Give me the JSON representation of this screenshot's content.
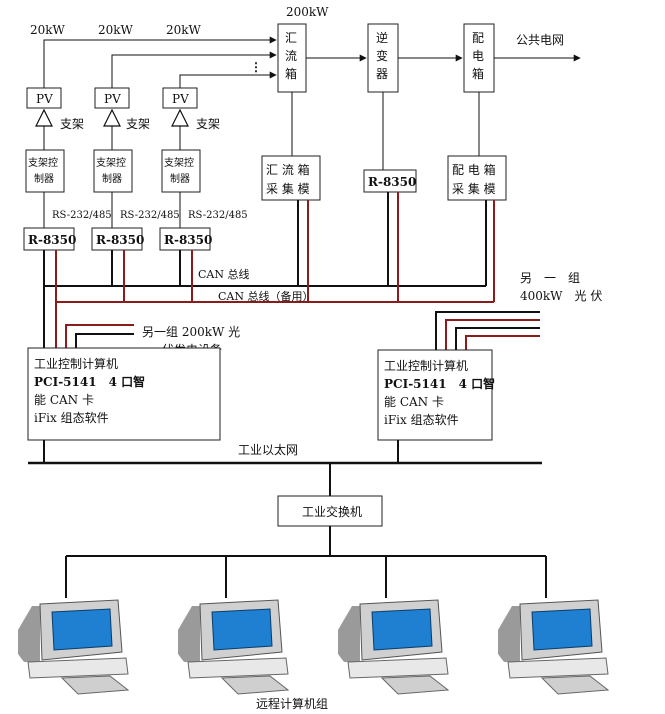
{
  "labels": {
    "pv_power": "20kW",
    "combiner_power": "200kW",
    "pv": "PV",
    "support": "支架",
    "tracker_ctrl_l1": "支架控",
    "tracker_ctrl_l2": "制器",
    "rs_interface": "RS-232/485",
    "r8350": "R-8350",
    "combiner": [
      "汇",
      "流",
      "箱"
    ],
    "inverter": [
      "逆",
      "变",
      "器"
    ],
    "distribution": [
      "配",
      "电",
      "箱"
    ],
    "public_grid": "公共电网",
    "combiner_collect_l1": "汇 流 箱",
    "combiner_collect_l2": "采 集 模",
    "dist_collect_l1": "配 电 箱",
    "dist_collect_l2": "采 集 模",
    "can_bus": "CAN 总线",
    "can_bus_backup": "CAN 总线（备用）",
    "other_group_400_l1": "另　一　组",
    "other_group_400_l2": "400kW　光 伏",
    "other_group_200_l1": "另一组 200kW 光",
    "other_group_200_l2": "伏发电设备",
    "ipc_l1": "工业控制计算机",
    "ipc_l2": "PCI-5141　4 口智",
    "ipc_l3": "能 CAN 卡",
    "ipc_l4": "iFix 组态软件",
    "ethernet": "工业以太网",
    "switch": "工业交换机",
    "remote_group": "远程计算机组",
    "ellipsis": "⋮"
  },
  "icons": {
    "computer": "desktop-computer-icon",
    "support": "triangle-support-icon",
    "arrow": "arrow-icon"
  }
}
